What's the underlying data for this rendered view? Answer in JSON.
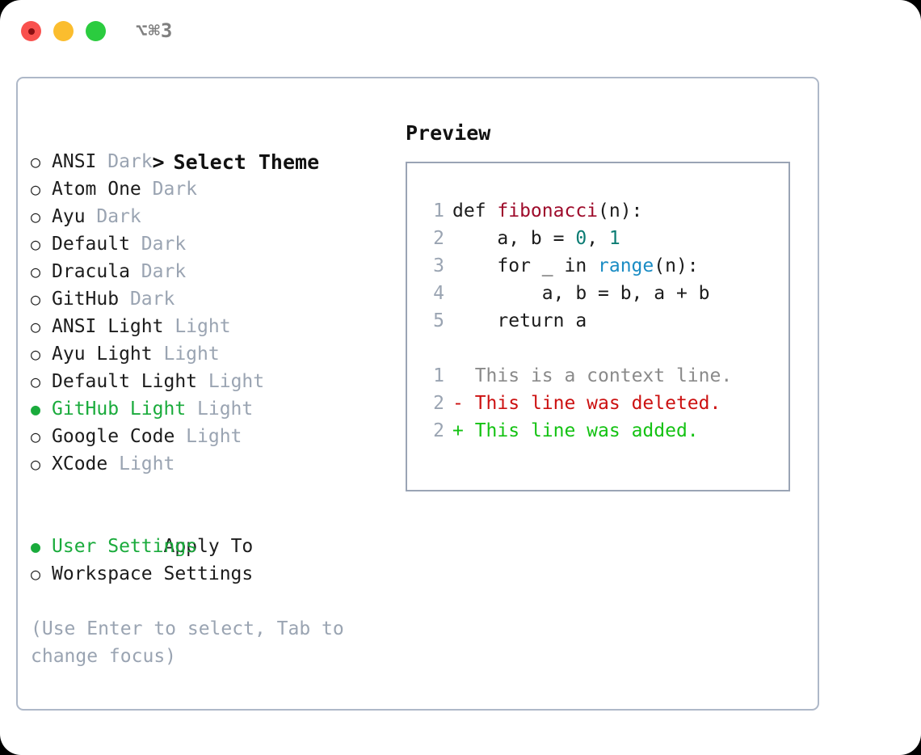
{
  "window": {
    "title": "⌥⌘3",
    "traffic_lights": [
      "close-red",
      "minimize-yellow",
      "maximize-green"
    ]
  },
  "theme_list": {
    "header": "Select Theme",
    "header_caret": ">",
    "marker_selected": "●",
    "marker_unselected": "○",
    "items": [
      {
        "name": "ANSI",
        "category": "Dark",
        "selected": false
      },
      {
        "name": "Atom One",
        "category": "Dark",
        "selected": false
      },
      {
        "name": "Ayu",
        "category": "Dark",
        "selected": false
      },
      {
        "name": "Default",
        "category": "Dark",
        "selected": false
      },
      {
        "name": "Dracula",
        "category": "Dark",
        "selected": false
      },
      {
        "name": "GitHub",
        "category": "Dark",
        "selected": false
      },
      {
        "name": "ANSI Light",
        "category": "Light",
        "selected": false
      },
      {
        "name": "Ayu Light",
        "category": "Light",
        "selected": false
      },
      {
        "name": "Default Light",
        "category": "Light",
        "selected": false
      },
      {
        "name": "GitHub Light",
        "category": "Light",
        "selected": true
      },
      {
        "name": "Google Code",
        "category": "Light",
        "selected": false
      },
      {
        "name": "XCode",
        "category": "Light",
        "selected": false
      }
    ]
  },
  "apply_to": {
    "header": "Apply To",
    "items": [
      {
        "name": "User Settings",
        "selected": true
      },
      {
        "name": "Workspace Settings",
        "selected": false
      }
    ]
  },
  "hint": "(Use Enter to select, Tab to change focus)",
  "preview": {
    "title": "Preview",
    "code_lines": [
      {
        "no": "1",
        "tokens": [
          {
            "t": "def ",
            "k": "def"
          },
          {
            "t": "fibonacci",
            "k": "func"
          },
          {
            "t": "(n):",
            "k": "plain"
          }
        ]
      },
      {
        "no": "2",
        "tokens": [
          {
            "t": "    a, b = ",
            "k": "plain"
          },
          {
            "t": "0",
            "k": "num"
          },
          {
            "t": ", ",
            "k": "plain"
          },
          {
            "t": "1",
            "k": "num"
          }
        ]
      },
      {
        "no": "3",
        "tokens": [
          {
            "t": "    for _ in ",
            "k": "plain"
          },
          {
            "t": "range",
            "k": "builtin"
          },
          {
            "t": "(n):",
            "k": "plain"
          }
        ]
      },
      {
        "no": "4",
        "tokens": [
          {
            "t": "        a, b = b, a + b",
            "k": "plain"
          }
        ]
      },
      {
        "no": "5",
        "tokens": [
          {
            "t": "    return a",
            "k": "plain"
          }
        ]
      }
    ],
    "diff_lines": [
      {
        "no": "1",
        "sign": " ",
        "text": " This is a context line.",
        "kind": "context"
      },
      {
        "no": "2",
        "sign": "-",
        "text": " This line was deleted.",
        "kind": "deleted"
      },
      {
        "no": "2",
        "sign": "+",
        "text": " This line was added.",
        "kind": "added"
      }
    ]
  },
  "colors": {
    "accent_green": "#1aab3c",
    "muted": "#9aa4b2",
    "diff_add": "#14c213",
    "diff_del": "#cc1111",
    "token_func": "#9e0b2b",
    "token_num": "#0b7c73",
    "token_builtin": "#1a8cc4",
    "panel_border": "#aeb8c8",
    "preview_border": "#9aa4b5"
  }
}
